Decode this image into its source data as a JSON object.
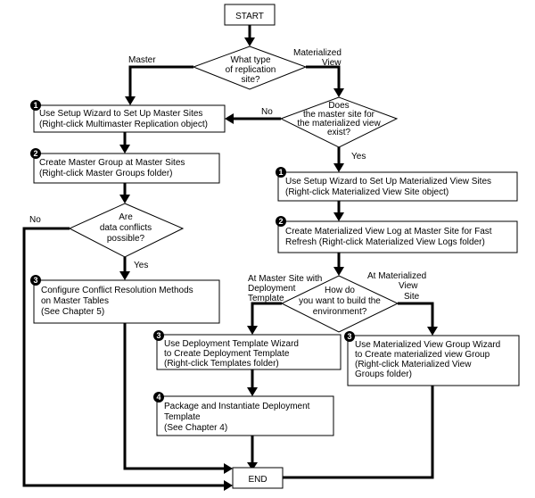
{
  "flowchart": {
    "start": "START",
    "end": "END",
    "decisions": {
      "site_type": [
        "What type",
        "of replication",
        "site?"
      ],
      "master_exists": [
        "Does",
        "the master site for",
        "the materialized view",
        "exist?"
      ],
      "conflicts": [
        "Are",
        "data conflicts",
        "possible?"
      ],
      "build_env": [
        "How do",
        "you want to build the",
        "environment?"
      ]
    },
    "branch_labels": {
      "master": "Master",
      "materialized_view": [
        "Materialized",
        "View"
      ],
      "no_master": "No",
      "yes_master": "Yes",
      "no_conflicts": "No",
      "yes_conflicts": "Yes",
      "deployment_template": [
        "At Master Site with",
        "Deployment",
        "Template"
      ],
      "mv_site": [
        "At Materialized",
        "View",
        "Site"
      ]
    },
    "steps": {
      "master_setup": {
        "num": "1",
        "lines": [
          "Use Setup Wizard to Set Up Master Sites",
          "(Right-click Multimaster Replication object)"
        ]
      },
      "master_group": {
        "num": "2",
        "lines": [
          "Create Master Group at Master Sites",
          "(Right-click Master Groups folder)"
        ]
      },
      "conflict_resolution": {
        "num": "3",
        "lines": [
          "Configure Conflict Resolution Methods",
          "on Master Tables",
          "(See Chapter 5)"
        ]
      },
      "mv_setup": {
        "num": "1",
        "lines": [
          "Use Setup Wizard to Set Up Materialized View Sites",
          "(Right-click Materialized View Site object)"
        ]
      },
      "mv_log": {
        "num": "2",
        "lines": [
          "Create Materialized View Log at Master Site for Fast",
          "Refresh (Right-click Materialized View Logs folder)"
        ]
      },
      "deploy_wizard": {
        "num": "3",
        "lines": [
          "Use Deployment Template Wizard",
          "to Create Deployment Template",
          "(Right-click Templates folder)"
        ]
      },
      "mv_group_wizard": {
        "num": "3",
        "lines": [
          "Use Materialized View Group Wizard",
          "to Create materialized view Group",
          "(Right-click Materialized View",
          "Groups folder)"
        ]
      },
      "package": {
        "num": "4",
        "lines": [
          "Package and Instantiate Deployment",
          "Template",
          "(See Chapter 4)"
        ]
      }
    }
  }
}
